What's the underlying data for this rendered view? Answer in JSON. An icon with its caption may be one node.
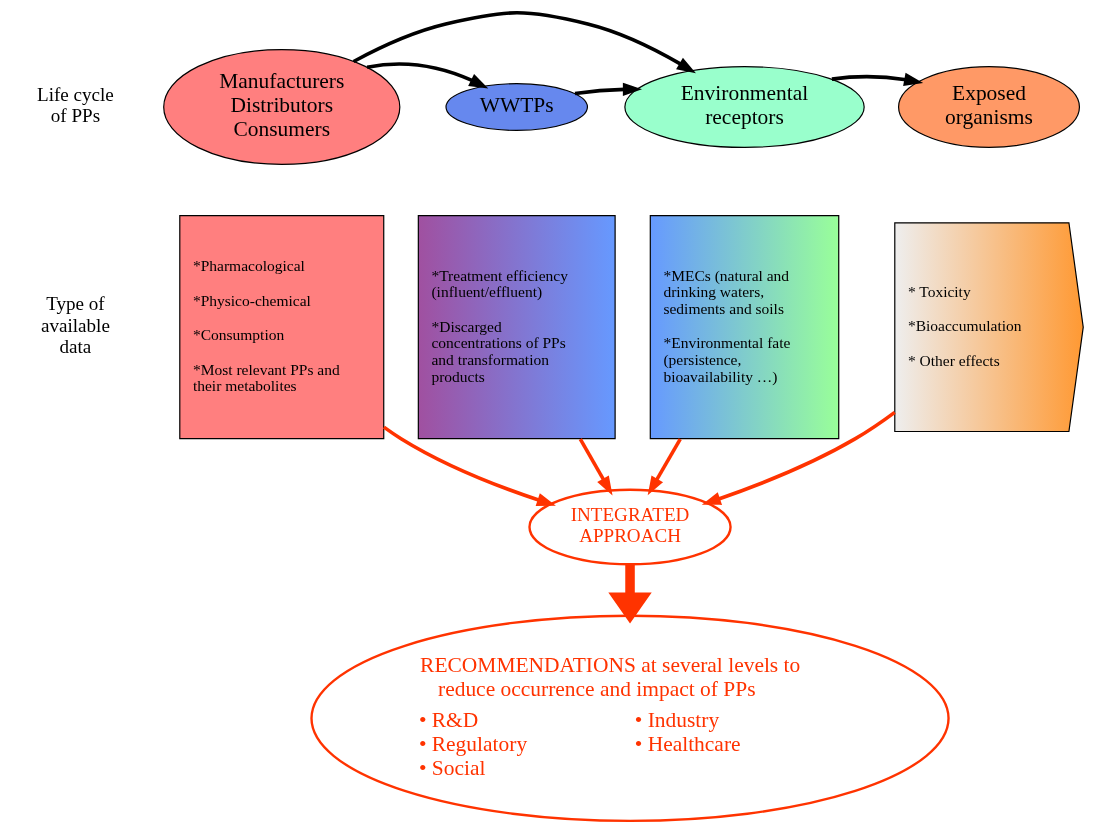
{
  "diagram": {
    "nodes": [
      {
        "text": [
          "Manufacturers Distributors Consumers"
        ]
      },
      {
        "text": [
          "WWTPs"
        ]
      },
      {
        "text": [
          "Environmental receptors"
        ]
      },
      {
        "text": [
          "Exposed organisms"
        ]
      },
      {
        "text": [
          "*Pharmacological",
          "*Physico-chemical",
          "*Consumption",
          "*Most relevant PPs and their metabolites"
        ]
      },
      {
        "text": [
          "*Treatment efficiency (influent/effluent)",
          "*Discarged concentrations of PPs and transformation products"
        ]
      },
      {
        "text": [
          "*MECs (natural and drinking waters, sediments and soils",
          "*Environmental fate (persistence, bioavailability …)"
        ]
      },
      {
        "text": [
          "* Toxicity",
          "*Bioaccumulation",
          "* Other effects"
        ]
      },
      {
        "text": [
          "INTEGRATED APPROACH"
        ]
      },
      {
        "text": [
          "RECOMMENDATIONS at several levels to reduce occurrence and impact of PPs",
          "• R&D",
          "• Regulatory",
          "• Social",
          "• Industry",
          "• Healthcare"
        ]
      }
    ],
    "edges": [
      {
        "from": 0,
        "to": 2,
        "arrow": "to",
        "color": "#000000"
      },
      {
        "from": 0,
        "to": 1,
        "arrow": "to",
        "color": "#000000"
      },
      {
        "from": 1,
        "to": 2,
        "arrow": "to",
        "color": "#000000"
      },
      {
        "from": 2,
        "to": 3,
        "arrow": "to",
        "color": "#000000"
      },
      {
        "from": 4,
        "to": 8,
        "arrow": "to"
      },
      {
        "from": 5,
        "to": 8,
        "arrow": "to"
      },
      {
        "from": 6,
        "to": 8,
        "arrow": "to"
      },
      {
        "from": 7,
        "to": 8,
        "arrow": "to"
      },
      {
        "from": 8,
        "to": 9,
        "arrow": "to",
        "style": "thick"
      }
    ],
    "labels": [
      "Life cycle of PPs",
      "Type of available data"
    ]
  }
}
